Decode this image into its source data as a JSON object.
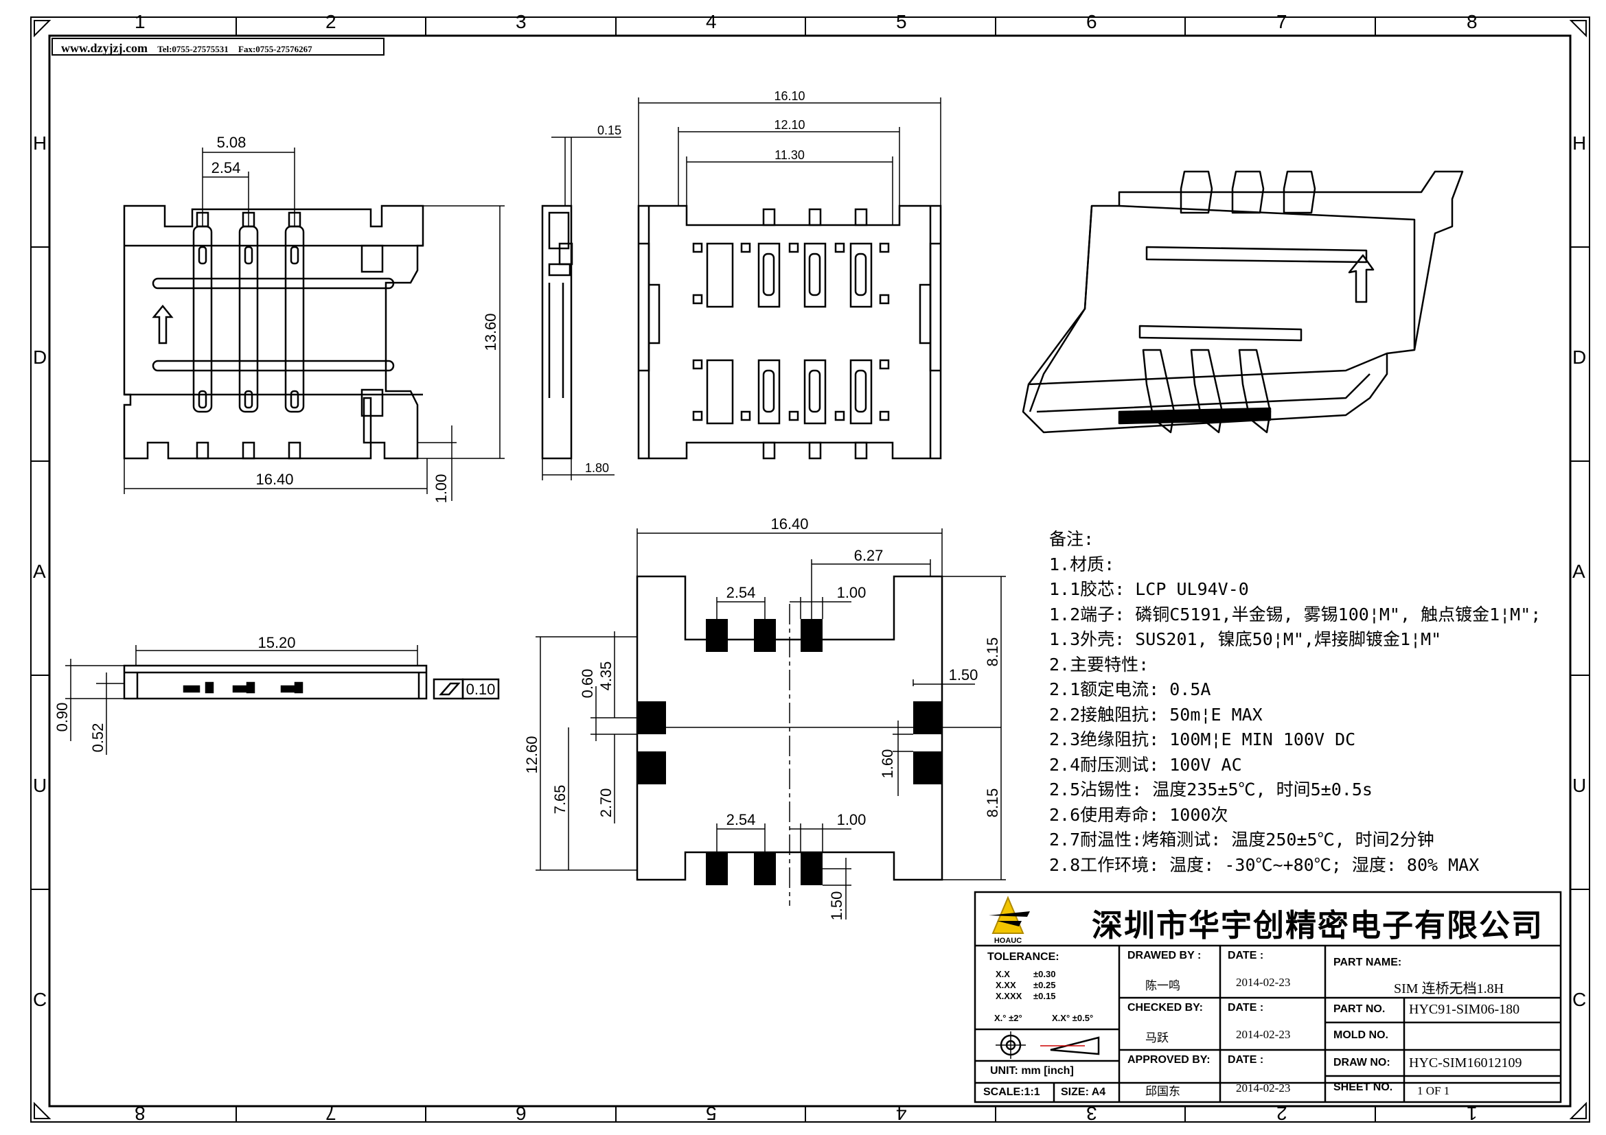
{
  "sheet": {
    "top_numbers": [
      "1",
      "2",
      "3",
      "4",
      "5",
      "6",
      "7",
      "8"
    ],
    "bottom_numbers": [
      "8",
      "7",
      "6",
      "5",
      "4",
      "3",
      "2",
      "1"
    ],
    "row_letters": [
      "H",
      "D",
      "A",
      "U",
      "C"
    ]
  },
  "header": {
    "site": "www.dzyjzj.com",
    "tel": "Tel:0755-27575531",
    "fax": "Fax:0755-27576267"
  },
  "dims": {
    "top_pitch_5_08": "5.08",
    "top_pitch_2_54": "2.54",
    "top_height_13_60": "13.60",
    "top_width_16_40": "16.40",
    "top_1_00": "1.00",
    "side_0_15": "0.15",
    "side_1_80": "1.80",
    "front_16_10": "16.10",
    "front_12_10": "12.10",
    "front_11_30": "11.30",
    "low_15_20": "15.20",
    "low_0_90": "0.90",
    "low_0_52": "0.52",
    "flatness": "0.10",
    "pad_16_40": "16.40",
    "pad_6_27": "6.27",
    "pad_2_54_top": "2.54",
    "pad_1_00_top": "1.00",
    "pad_8_15_top": "8.15",
    "pad_1_50_right": "1.50",
    "pad_0_60": "0.60",
    "pad_4_35": "4.35",
    "pad_12_60": "12.60",
    "pad_7_65": "7.65",
    "pad_2_70": "2.70",
    "pad_1_60": "1.60",
    "pad_8_15_bottom": "8.15",
    "pad_2_54_bottom": "2.54",
    "pad_1_00_bottom": "1.00",
    "pad_1_50_bottom": "1.50"
  },
  "notes": [
    "备注:",
    "1.材质:",
    "1.1胶芯: LCP UL94V-0",
    "1.2端子: 磷铜C5191,半金锡, 雾锡100¦M\", 触点镀金1¦M\";",
    "1.3外壳: SUS201, 镍底50¦M\",焊接脚镀金1¦M\"",
    "2.主要特性:",
    "2.1额定电流: 0.5A",
    "2.2接触阻抗: 50m¦E MAX",
    "2.3绝缘阻抗: 100M¦E MIN 100V DC",
    "2.4耐压测试: 100V AC",
    "2.5沾锡性: 温度235±5℃, 时间5±0.5s",
    "2.6使用寿命: 1000次",
    "2.7耐温性:烤箱测试: 温度250±5℃, 时间2分钟",
    "2.8工作环境: 温度: -30℃~+80℃; 湿度: 80% MAX"
  ],
  "title_block": {
    "company": "深圳市华宇创精密电子有限公司",
    "logo_text": "HOAUC",
    "tolerance_label": "TOLERANCE:",
    "tol": [
      {
        "k": "X.X",
        "v": "±0.30"
      },
      {
        "k": "X.XX",
        "v": "±0.25"
      },
      {
        "k": "X.XXX",
        "v": "±0.15"
      }
    ],
    "angle_tol_1": "X.° ±2°",
    "angle_tol_2": "X.X° ±0.5°",
    "unit": "UNIT: mm [inch]",
    "scale": "SCALE:1:1",
    "size": "SIZE: A4",
    "drawed_by_label": "DRAWED BY :",
    "drawed_by": "陈一鸣",
    "checked_by_label": "CHECKED BY:",
    "checked_by": "马跃",
    "approved_by_label": "APPROVED BY:",
    "approved_by": "邱国东",
    "date_label": "DATE :",
    "date1": "2014-02-23",
    "date2": "2014-02-23",
    "date3": "2014-02-23",
    "part_name_label": "PART NAME:",
    "part_name": "SIM 连桥无档1.8H",
    "part_no_label": "PART NO.",
    "part_no": "HYC91-SIM06-180",
    "mold_no_label": "MOLD NO.",
    "mold_no": "",
    "draw_no_label": "DRAW NO:",
    "draw_no": "HYC-SIM16012109",
    "sheet_no_label": "SHEET NO.",
    "sheet_no": "1 OF 1"
  }
}
